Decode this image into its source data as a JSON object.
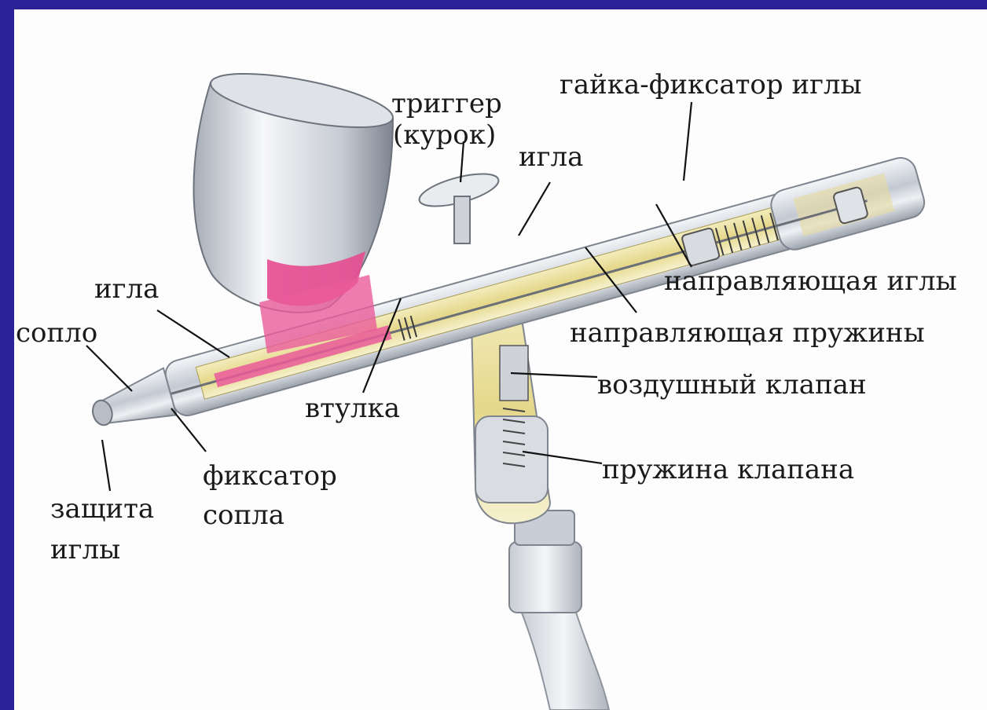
{
  "colors": {
    "frame_border": "#2a2296",
    "background": "#fdfdfd",
    "paint": "#e64b8f",
    "brass": "#e9df9a",
    "chrome": "#c9ced6"
  },
  "labels": {
    "trigger_line1": "триггер",
    "trigger_line2": "(курок)",
    "needle_nut": "гайка-фиксатор иглы",
    "needle_top": "игла",
    "needle_guide": "направляющая иглы",
    "spring_guide": "направляющая пружины",
    "air_valve": "воздушный клапан",
    "valve_spring": "пружина клапана",
    "needle_left": "игла",
    "nozzle": "сопло",
    "bushing": "втулка",
    "nozzle_retainer_line1": "фиксатор",
    "nozzle_retainer_line2": "сопла",
    "needle_cap_line1": "защита",
    "needle_cap_line2": "иглы"
  }
}
